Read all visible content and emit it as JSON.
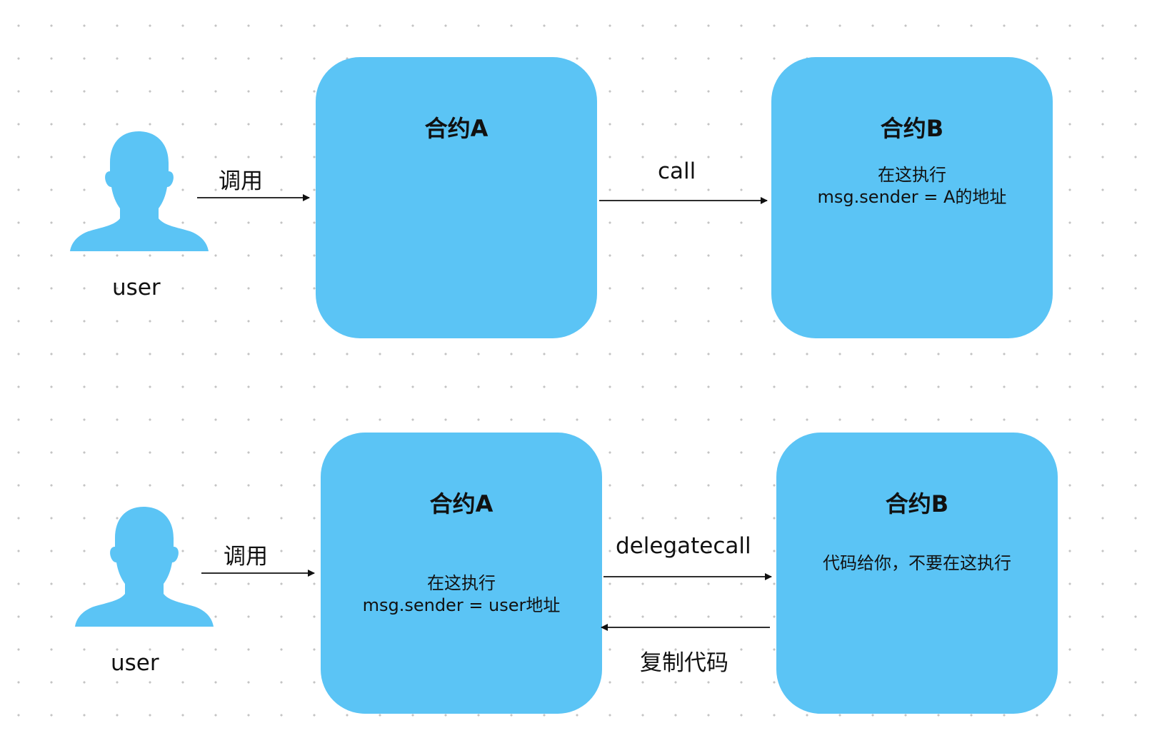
{
  "colors": {
    "box_fill": "#5bc4f5",
    "avatar_fill": "#5bc4f5",
    "arrow": "#111111",
    "text": "#111111",
    "grid_dot": "#c4c4c4"
  },
  "top_diagram": {
    "user_label": "user",
    "invoke_label": "调用",
    "contract_a": {
      "title": "合约A"
    },
    "call_label": "call",
    "contract_b": {
      "title": "合约B",
      "line1": "在这执行",
      "line2": "msg.sender = A的地址"
    }
  },
  "bottom_diagram": {
    "user_label": "user",
    "invoke_label": "调用",
    "contract_a": {
      "title": "合约A",
      "line1": "在这执行",
      "line2": "msg.sender = user地址"
    },
    "delegatecall_label": "delegatecall",
    "copy_code_label": "复制代码",
    "contract_b": {
      "title": "合约B",
      "line1": "代码给你，不要在这执行"
    }
  }
}
